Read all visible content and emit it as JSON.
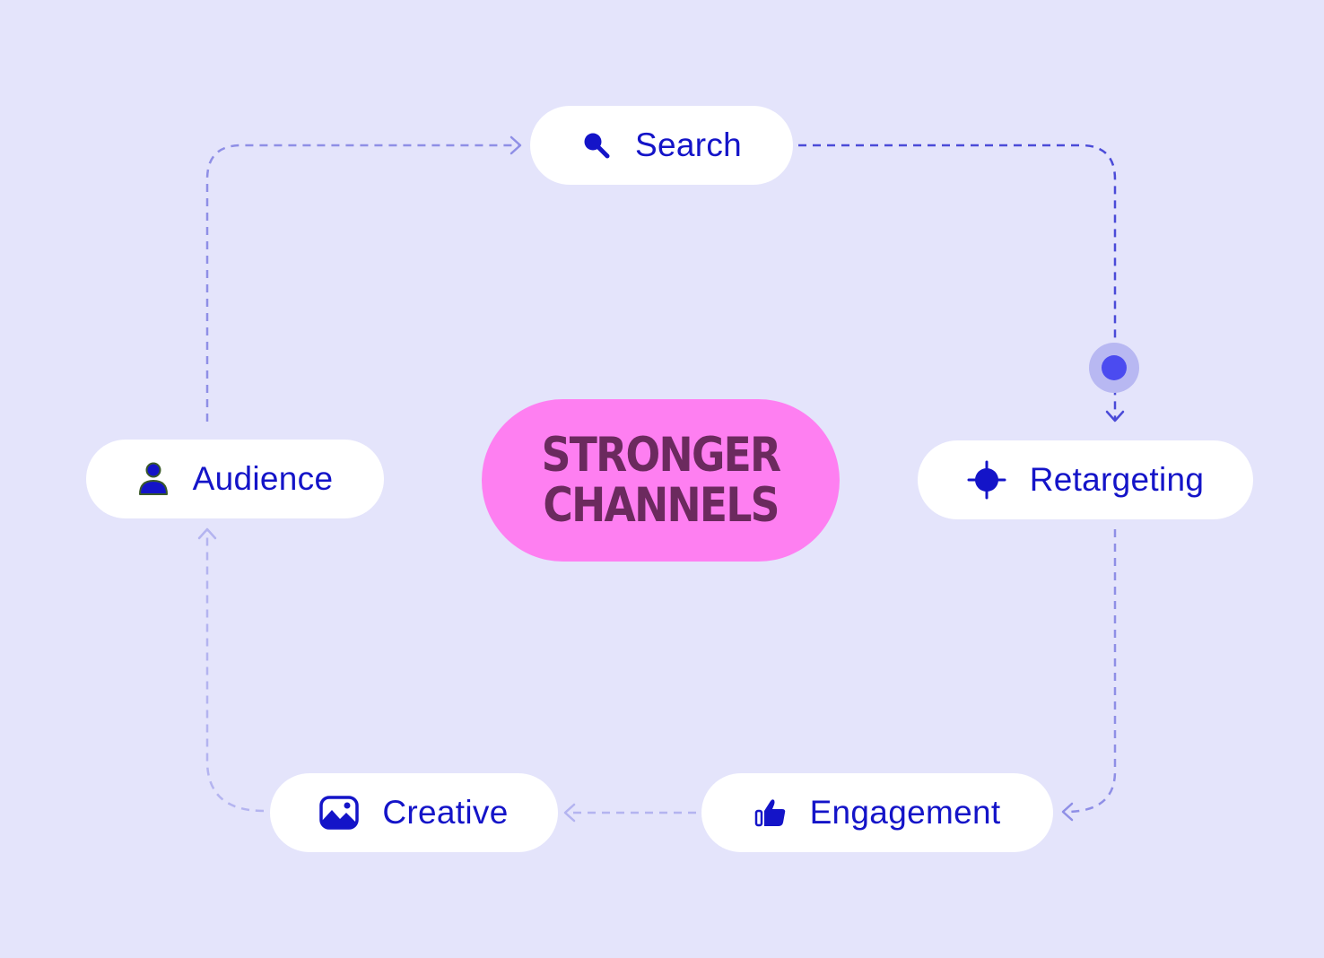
{
  "center": {
    "line1": "STRONGER",
    "line2": "CHANNELS",
    "fill": "#fe7ff1",
    "text_color": "#6b2a5e"
  },
  "nodes": [
    {
      "id": "search",
      "label": "Search",
      "icon": "search-icon"
    },
    {
      "id": "retargeting",
      "label": "Retargeting",
      "icon": "crosshair-icon"
    },
    {
      "id": "engagement",
      "label": "Engagement",
      "icon": "thumbs-up-icon"
    },
    {
      "id": "creative",
      "label": "Creative",
      "icon": "image-icon"
    },
    {
      "id": "audience",
      "label": "Audience",
      "icon": "user-icon"
    }
  ],
  "flow": [
    "search",
    "retargeting",
    "engagement",
    "creative",
    "audience",
    "search"
  ],
  "active_step": "search-to-retargeting",
  "colors": {
    "background": "#e4e4fb",
    "node_fill": "#ffffff",
    "label": "#1414c8",
    "active_connector": "#4b4bd8",
    "connector": "#8f8fe6",
    "faint_connector": "#b4b4f0",
    "progress_dot": "#4b4bf0"
  }
}
